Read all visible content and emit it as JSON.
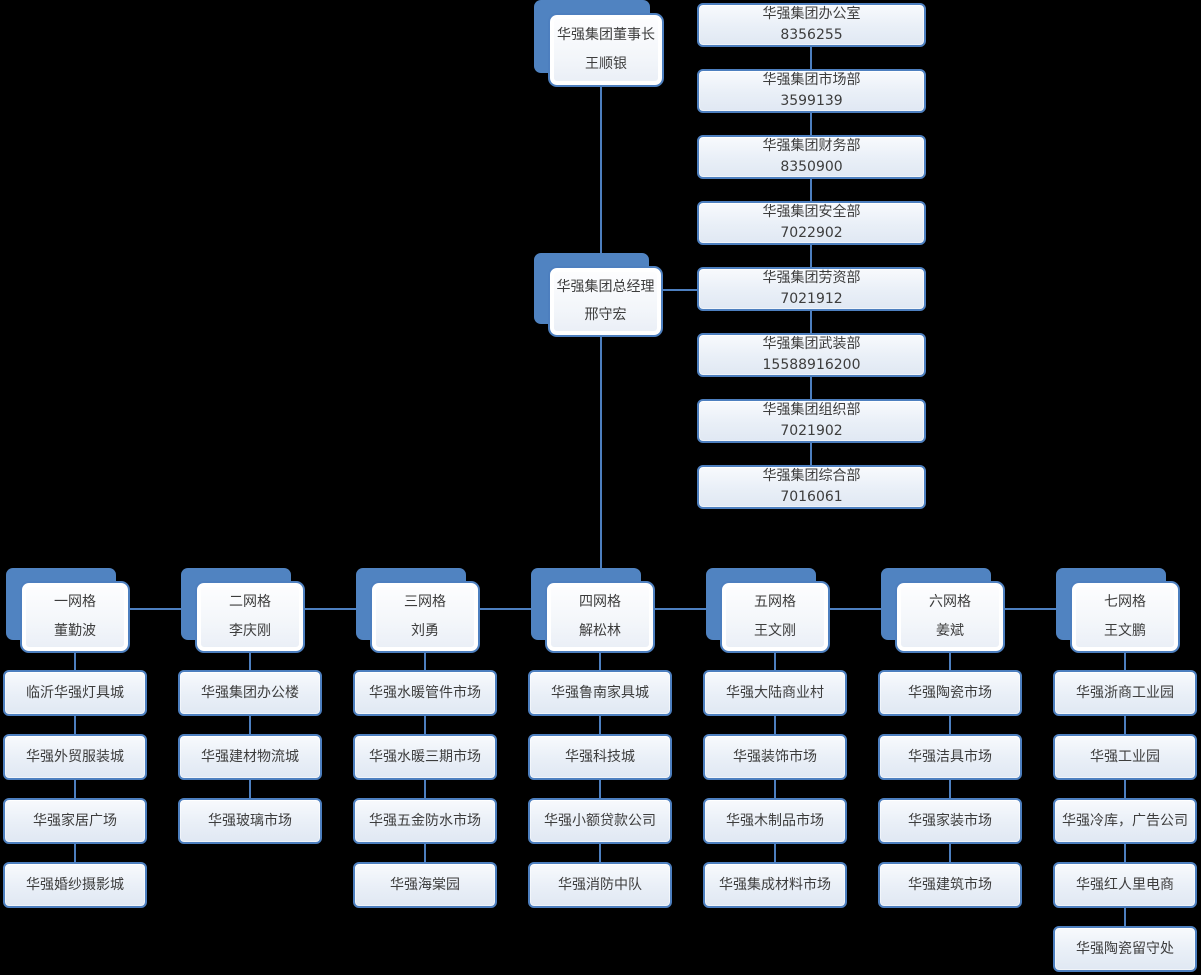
{
  "colors": {
    "background": "#000000",
    "accent_blue": "#5083c1",
    "border_blue": "#4d7fbf",
    "box_fill_light": "#edf2f9",
    "text": "#3d3d3d"
  },
  "diagram": {
    "chairman": {
      "title": "华强集团董事长",
      "name": "王顺银"
    },
    "general_manager": {
      "title": "华强集团总经理",
      "name": "邢守宏"
    },
    "departments": [
      {
        "name": "华强集团办公室",
        "phone": "8356255"
      },
      {
        "name": "华强集团市场部",
        "phone": "3599139"
      },
      {
        "name": "华强集团财务部",
        "phone": "8350900"
      },
      {
        "name": "华强集团安全部",
        "phone": "7022902"
      },
      {
        "name": "华强集团劳资部",
        "phone": "7021912"
      },
      {
        "name": "华强集团武装部",
        "phone": "15588916200"
      },
      {
        "name": "华强集团组织部",
        "phone": "7021902"
      },
      {
        "name": "华强集团综合部",
        "phone": "7016061"
      }
    ],
    "grids": [
      {
        "name": "一网格",
        "leader": "董勤波",
        "units": [
          "临沂华强灯具城",
          "华强外贸服装城",
          "华强家居广场",
          "华强婚纱摄影城"
        ]
      },
      {
        "name": "二网格",
        "leader": "李庆刚",
        "units": [
          "华强集团办公楼",
          "华强建材物流城",
          "华强玻璃市场"
        ]
      },
      {
        "name": "三网格",
        "leader": "刘勇",
        "units": [
          "华强水暖管件市场",
          "华强水暖三期市场",
          "华强五金防水市场",
          "华强海棠园"
        ]
      },
      {
        "name": "四网格",
        "leader": "解松林",
        "units": [
          "华强鲁南家具城",
          "华强科技城",
          "华强小额贷款公司",
          "华强消防中队"
        ]
      },
      {
        "name": "五网格",
        "leader": "王文刚",
        "units": [
          "华强大陆商业村",
          "华强装饰市场",
          "华强木制品市场",
          "华强集成材料市场"
        ]
      },
      {
        "name": "六网格",
        "leader": "姜斌",
        "units": [
          "华强陶瓷市场",
          "华强洁具市场",
          "华强家装市场",
          "华强建筑市场"
        ]
      },
      {
        "name": "七网格",
        "leader": "王文鹏",
        "units": [
          "华强浙商工业园",
          "华强工业园",
          "华强冷库，广告公司",
          "华强红人里电商",
          "华强陶瓷留守处"
        ]
      }
    ]
  }
}
